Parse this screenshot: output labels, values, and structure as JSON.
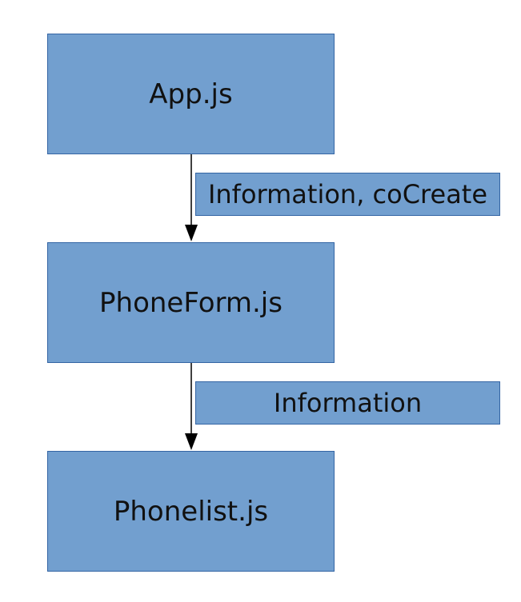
{
  "nodes": {
    "app": "App.js",
    "phone_form": "PhoneForm.js",
    "phone_list": "Phonelist.js"
  },
  "edges": {
    "app_to_form": "Information, coCreate",
    "form_to_list": "Information"
  },
  "colors": {
    "box_fill": "#729fcf",
    "box_border": "#3465a4",
    "arrow": "#000000"
  }
}
